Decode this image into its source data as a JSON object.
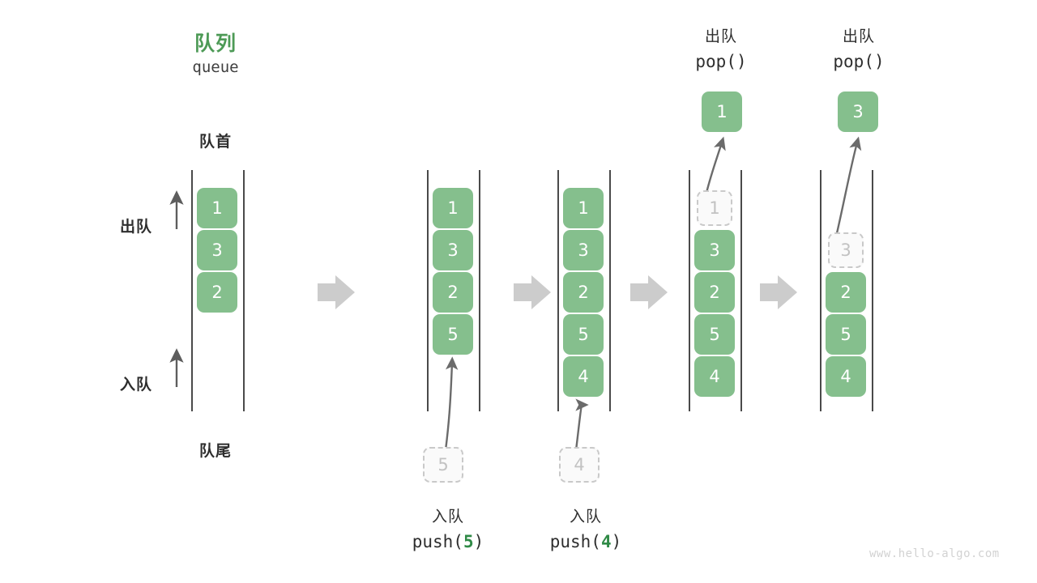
{
  "diagram": {
    "title_cn": "队列",
    "title_code": "queue",
    "front_label": "队首",
    "rear_label": "队尾",
    "dequeue_side_label": "出队",
    "enqueue_side_label": "入队",
    "watermark": "www.hello-algo.com",
    "accent_green": "#4d9a56",
    "cell_green": "#85bf8d",
    "ghost_gray": "#c2c2c2",
    "arrow_gray": "#c9c9c9",
    "line_gray": "#4a4a4a"
  },
  "steps": [
    {
      "id": "initial",
      "cells": [
        {
          "value": "1",
          "state": "filled"
        },
        {
          "value": "3",
          "state": "filled"
        },
        {
          "value": "2",
          "state": "filled"
        }
      ]
    },
    {
      "id": "push-5",
      "op_cn": "入队",
      "op_name": "push",
      "op_arg": "5",
      "op_code_prefix": "push(",
      "op_code_suffix": ")",
      "incoming_value": "5",
      "cells": [
        {
          "value": "1",
          "state": "filled"
        },
        {
          "value": "3",
          "state": "filled"
        },
        {
          "value": "2",
          "state": "filled"
        },
        {
          "value": "5",
          "state": "filled"
        }
      ]
    },
    {
      "id": "push-4",
      "op_cn": "入队",
      "op_name": "push",
      "op_arg": "4",
      "op_code_prefix": "push(",
      "op_code_suffix": ")",
      "incoming_value": "4",
      "cells": [
        {
          "value": "1",
          "state": "filled"
        },
        {
          "value": "3",
          "state": "filled"
        },
        {
          "value": "2",
          "state": "filled"
        },
        {
          "value": "5",
          "state": "filled"
        },
        {
          "value": "4",
          "state": "filled"
        }
      ]
    },
    {
      "id": "pop-1",
      "op_cn": "出队",
      "op_code": "pop()",
      "popped_value": "1",
      "cells": [
        {
          "value": "1",
          "state": "ghost"
        },
        {
          "value": "3",
          "state": "filled"
        },
        {
          "value": "2",
          "state": "filled"
        },
        {
          "value": "5",
          "state": "filled"
        },
        {
          "value": "4",
          "state": "filled"
        }
      ]
    },
    {
      "id": "pop-3",
      "op_cn": "出队",
      "op_code": "pop()",
      "popped_value": "3",
      "cells": [
        {
          "value": "",
          "state": "empty"
        },
        {
          "value": "3",
          "state": "ghost"
        },
        {
          "value": "2",
          "state": "filled"
        },
        {
          "value": "5",
          "state": "filled"
        },
        {
          "value": "4",
          "state": "filled"
        }
      ]
    }
  ]
}
